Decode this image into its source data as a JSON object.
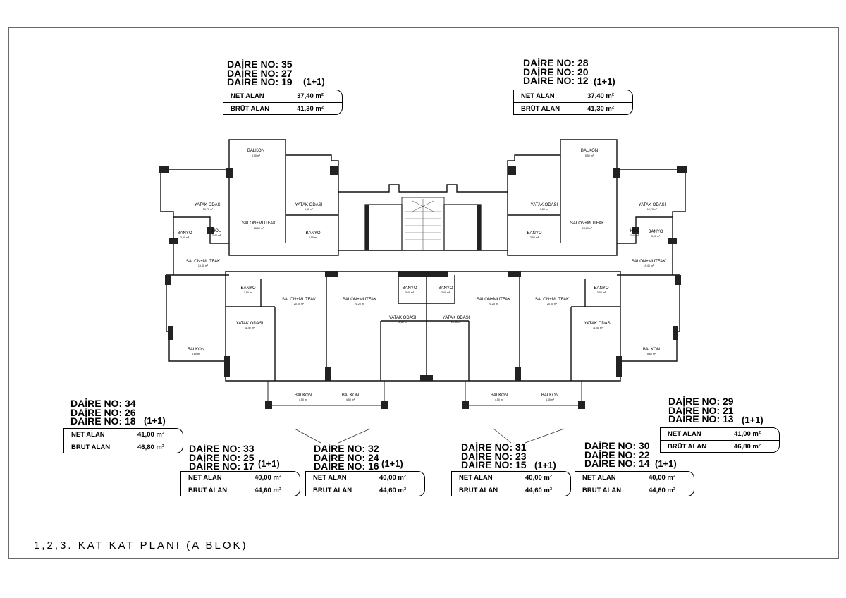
{
  "title": "1,2,3. KAT  KAT PLANI (A BLOK)",
  "units": [
    {
      "nos": [
        "DAİRE NO: 35",
        "DAİRE NO: 27",
        "DAİRE NO: 19"
      ],
      "type": "(1+1)",
      "net_label": "NET ALAN",
      "net": "37,40 m²",
      "brut_label": "BRÜT ALAN",
      "brut": "41,30 m²"
    },
    {
      "nos": [
        "DAİRE NO: 28",
        "DAİRE NO: 20",
        "DAİRE NO: 12"
      ],
      "type": "(1+1)",
      "net_label": "NET ALAN",
      "net": "37,40 m²",
      "brut_label": "BRÜT ALAN",
      "brut": "41,30 m²"
    },
    {
      "nos": [
        "DAİRE NO: 34",
        "DAİRE NO: 26",
        "DAİRE NO: 18"
      ],
      "type": "(1+1)",
      "net_label": "NET ALAN",
      "net": "41,00 m²",
      "brut_label": "BRÜT ALAN",
      "brut": "46,80 m²"
    },
    {
      "nos": [
        "DAİRE NO: 29",
        "DAİRE NO: 21",
        "DAİRE NO: 13"
      ],
      "type": "(1+1)",
      "net_label": "NET ALAN",
      "net": "41,00 m²",
      "brut_label": "BRÜT ALAN",
      "brut": "46,80 m²"
    },
    {
      "nos": [
        "DAİRE NO: 33",
        "DAİRE NO: 25",
        "DAİRE NO: 17"
      ],
      "type": "(1+1)",
      "net_label": "NET ALAN",
      "net": "40,00 m²",
      "brut_label": "BRÜT ALAN",
      "brut": "44,60 m²"
    },
    {
      "nos": [
        "DAİRE NO: 32",
        "DAİRE NO: 24",
        "DAİRE NO: 16"
      ],
      "type": "(1+1)",
      "net_label": "NET ALAN",
      "net": "40,00 m²",
      "brut_label": "BRÜT ALAN",
      "brut": "44,60 m²"
    },
    {
      "nos": [
        "DAİRE NO: 31",
        "DAİRE NO: 23",
        "DAİRE NO: 15"
      ],
      "type": "(1+1)",
      "net_label": "NET ALAN",
      "net": "40,00 m²",
      "brut_label": "BRÜT ALAN",
      "brut": "44,60 m²"
    },
    {
      "nos": [
        "DAİRE NO: 30",
        "DAİRE NO: 22",
        "DAİRE NO: 14"
      ],
      "type": "(1+1)",
      "net_label": "NET ALAN",
      "net": "40,00 m²",
      "brut_label": "BRÜT ALAN",
      "brut": "44,60 m²"
    }
  ],
  "rooms": {
    "balkon": "BALKON",
    "salon_mutfak": "SALON+MUTFAK",
    "yatak_odasi": "YATAK ODASI",
    "banyo": "BANYO",
    "hol": "HOL"
  },
  "areas": {
    "tl_balkon": "5,50 m²",
    "tr_balkon": "5,50 m²",
    "tl_salon": "18,60 m²",
    "tr_salon": "18,60 m²",
    "tl_yatak": "9,80 m²",
    "tr_yatak": "9,80 m²",
    "tl_banyo": "3,50 m²",
    "tr_banyo": "3,50 m²",
    "l_yatak": "10,70 m²",
    "r_yatak": "10,70 m²",
    "l_banyo": "3,90 m²",
    "r_banyo": "3,90 m²",
    "l_hol": "2,40 m²",
    "r_hol": "2,40 m²",
    "l_salon": "19,40 m²",
    "r_salon": "19,40 m²",
    "l_balkon": "5,60 m²",
    "r_balkon": "5,60 m²",
    "bl1_banyo": "3,00 m²",
    "bl1_salon": "20,00 m²",
    "bl1_yatak": "11,40 m²",
    "bl1_balkon": "4,50 m²",
    "bl2_salon": "21,20 m²",
    "bl2_banyo": "3,40 m²",
    "bl2_yatak": "10,80 m²",
    "bl2_balkon": "4,50 m²",
    "br2_banyo": "3,40 m²",
    "br2_salon": "21,20 m²",
    "br2_yatak": "10,80 m²",
    "br2_balkon": "4,50 m²",
    "br1_salon": "20,00 m²",
    "br1_banyo": "3,00 m²",
    "br1_yatak": "11,40 m²",
    "br1_balkon": "4,50 m²"
  }
}
